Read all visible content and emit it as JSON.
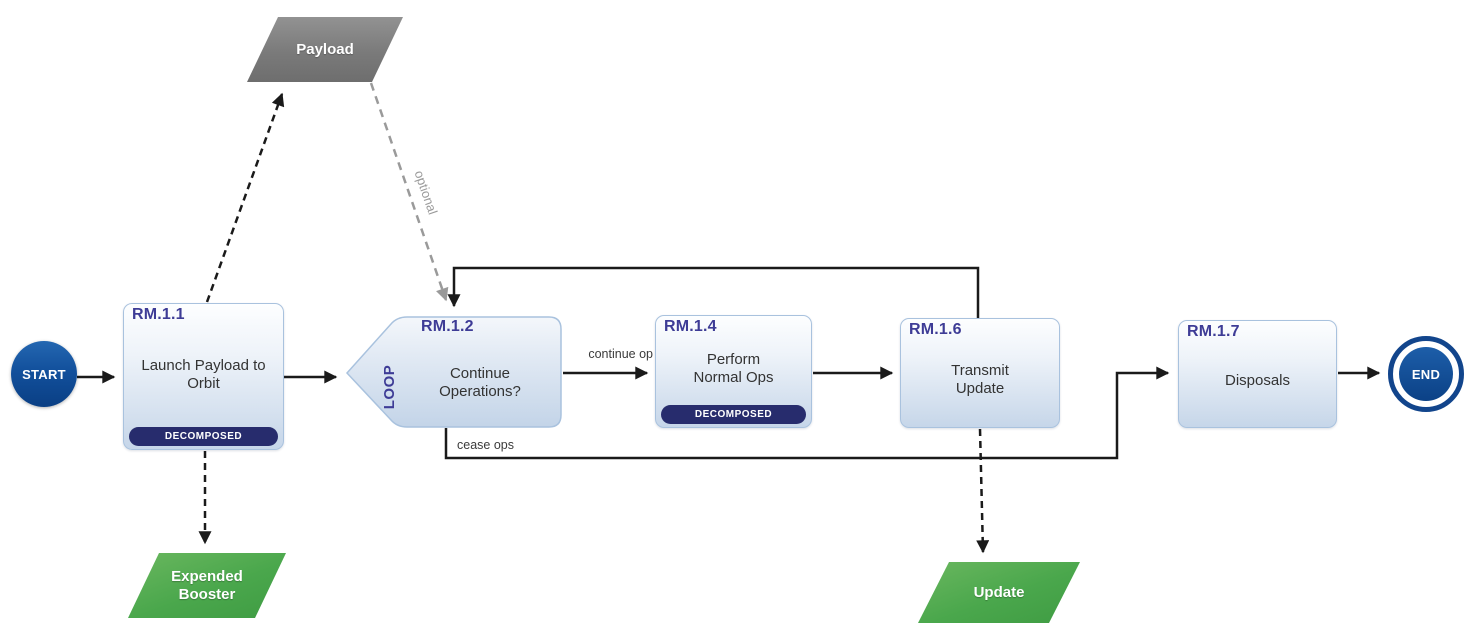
{
  "diagram": {
    "nodes": {
      "start": {
        "label": "START"
      },
      "rm11": {
        "id": "RM.1.1",
        "title": "Launch Payload to Orbit",
        "badge": "DECOMPOSED"
      },
      "payload": {
        "label": "Payload"
      },
      "expended_booster": {
        "label": "Expended Booster"
      },
      "rm12": {
        "id": "RM.1.2",
        "title": "Continue Operations?",
        "loop_tag": "LOOP"
      },
      "rm14": {
        "id": "RM.1.4",
        "title": "Perform Normal Ops",
        "badge": "DECOMPOSED"
      },
      "rm16": {
        "id": "RM.1.6",
        "title": "Transmit Update"
      },
      "update": {
        "label": "Update"
      },
      "rm17": {
        "id": "RM.1.7",
        "title": "Disposals"
      },
      "end": {
        "label": "END"
      }
    },
    "edge_labels": {
      "continue": "continue op",
      "cease": "cease ops",
      "optional": "optional"
    },
    "colors": {
      "activity_border": "#a9c2de",
      "activity_fill_top": "#fdfeff",
      "activity_fill_bottom": "#c6d6e9",
      "id_text": "#3e3c96",
      "decomposed_badge": "#272c6d",
      "start_end_blue": "#0d4487",
      "payload_gray": "#7f7f7f",
      "output_green": "#4aa449",
      "connector_black": "#1a1a1a",
      "optional_gray": "#9a9a9a"
    }
  }
}
